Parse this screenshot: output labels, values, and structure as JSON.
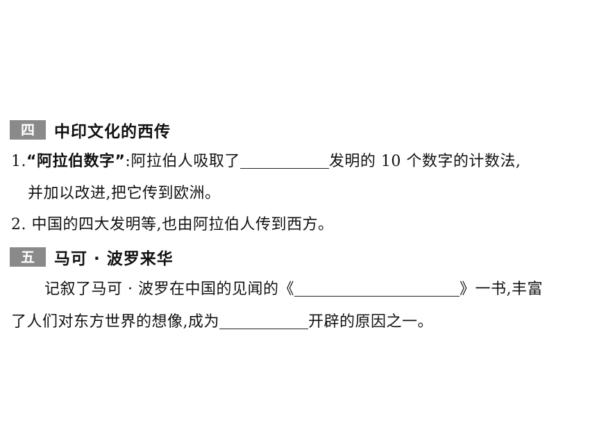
{
  "section4": {
    "num": "四",
    "title": "中印文化的西传",
    "item1": {
      "label": "1.",
      "term": "“阿拉伯数字”",
      "colon": ":",
      "text_a": "阿拉伯人吸取了",
      "text_b": "发明的 10 个数字的计数法,",
      "text_c": "并加以改进,把它传到欧洲。"
    },
    "item2": "2. 中国的四大发明等,也由阿拉伯人传到西方。"
  },
  "section5": {
    "num": "五",
    "title": "马可 · 波罗来华",
    "para_a": "记叙了马可 · 波罗在中国的见闻的《",
    "para_b": "》一书,丰富",
    "para_c": "了人们对东方世界的想像,成为",
    "para_d": "开辟的原因之一。"
  }
}
